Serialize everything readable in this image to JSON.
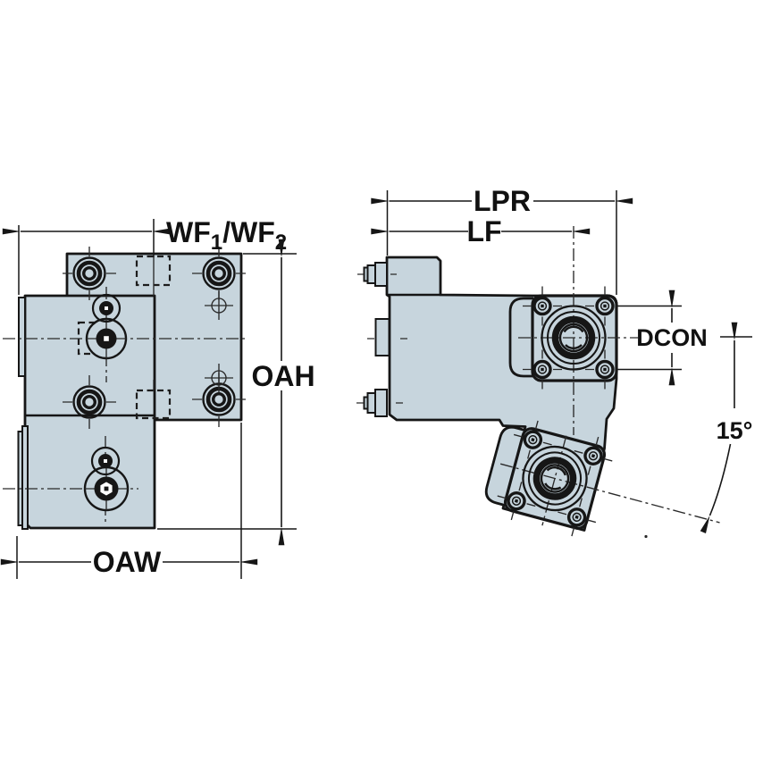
{
  "drawing": {
    "type": "technical dimension drawing, two orthographic views of a clamping unit / tool holder block",
    "views": [
      {
        "id": "front-view",
        "dimension_labels": [
          "WF1/WF2",
          "OAH",
          "OAW"
        ]
      },
      {
        "id": "side-view",
        "dimension_labels": [
          "LPR",
          "LF",
          "DCON",
          "15°"
        ]
      }
    ]
  },
  "labels": {
    "wf": {
      "part1": "WF",
      "sub1": "1",
      "part2": "/WF",
      "sub2": "2"
    },
    "oah": "OAH",
    "oaw": "OAW",
    "lpr": "LPR",
    "lf": "LF",
    "dcon": "DCON",
    "angle": "15°"
  },
  "colors": {
    "body_fill": "#c7d5dd",
    "outline": "#161616",
    "centerline": "#2a2a2a",
    "background": "#ffffff"
  }
}
